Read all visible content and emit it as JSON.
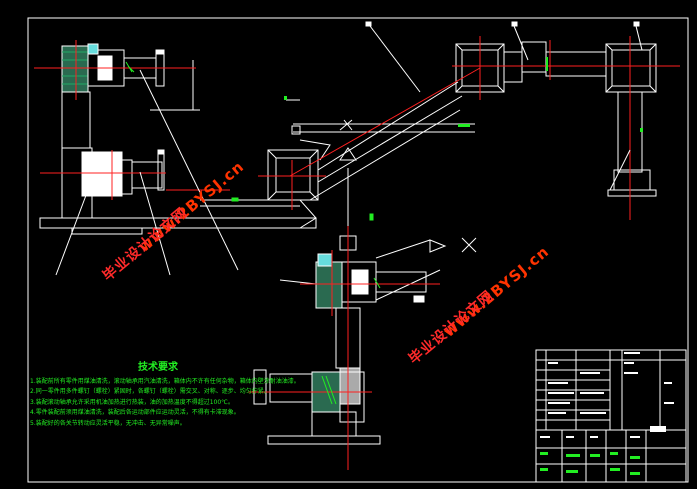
{
  "watermark": {
    "site": "www.2BYSJ.cn",
    "brand": "毕业设计论文网"
  },
  "notes": {
    "title": "技术要求",
    "lines": [
      "1.装配前所有零件用煤油清洗，滚动轴承用汽油清洗，箱体内不许有任何杂物，箱体内壁涂耐油油漆。",
      "2.同一零件用多件螺钉（螺栓）紧固时，各螺钉（螺栓）需交叉、对称、逐步、均匀拧紧。",
      "3.装配滚动轴承允许采用机油加热进行热装，油的加热温度不得超过100℃。",
      "4.零件装配前须用煤油清洗，装配后各运动部件应运动灵活，不得有卡滞现象。",
      "5.装配好的各关节转动应灵活平稳，无冲击、无异常噪声。"
    ]
  },
  "colors": {
    "background": "#000000",
    "frame": "#ffffff",
    "centerline": "#ff2020",
    "hatch": "#22ee22",
    "note_text": "#22ee22",
    "part_fill": "#66dddd",
    "watermark": "#ff2222"
  }
}
